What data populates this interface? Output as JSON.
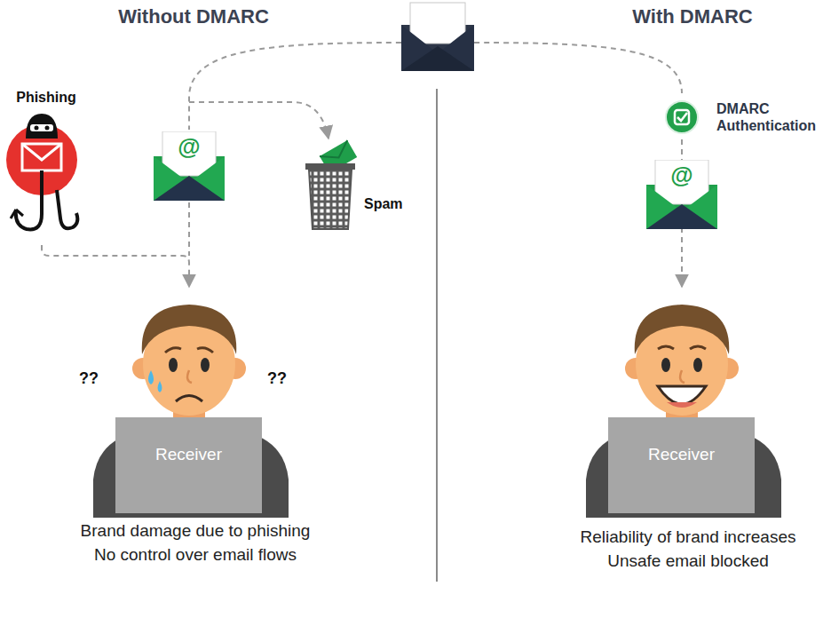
{
  "diagram": {
    "nodes": [
      {
        "text": [
          "Phishing"
        ]
      },
      {
        "text": [
          "Spam"
        ]
      },
      {
        "text": [
          "DMARC Authentication"
        ]
      },
      {
        "text": [
          "Receiver"
        ]
      },
      {
        "text": [
          "Receiver"
        ]
      }
    ],
    "edges": [
      {
        "from": 0,
        "to": 3,
        "arrow": "to"
      },
      {
        "from": 2,
        "to": 4,
        "arrow": "to"
      }
    ],
    "labels": [
      "Without DMARC",
      "With DMARC",
      "@",
      "@",
      "??",
      "??",
      "Brand damage due to phishing",
      "No control over email flows",
      "Reliability of brand increases",
      "Unsafe email blocked"
    ]
  }
}
